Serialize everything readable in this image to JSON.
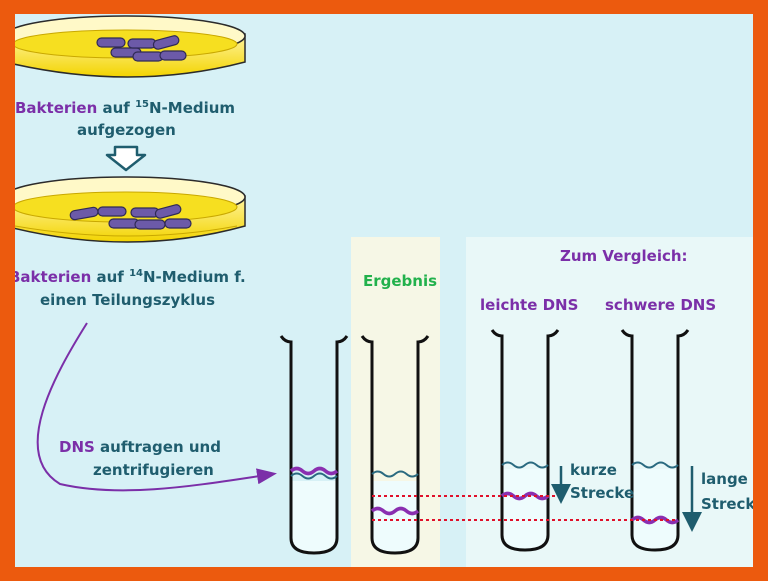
{
  "step1": {
    "organism": "Bakterien",
    "text_a": "auf ",
    "isotope": "15",
    "text_b": "N-Medium",
    "line2": "aufgezogen"
  },
  "step2": {
    "organism": "Bakterien",
    "text_a": "auf ",
    "isotope": "14",
    "text_b": "N-Medium f.",
    "line2": "einen Teilungszyklus"
  },
  "step3": {
    "dna": "DNS",
    "text_a": " auftragen und",
    "line2": "zentrifugieren"
  },
  "result_title": "Ergebnis",
  "compare": {
    "title": "Zum Vergleich:",
    "light_label": "leichte DNS",
    "heavy_label": "schwere DNS",
    "short_label_1": "kurze",
    "short_label_2": "Strecke",
    "long_label_1": "lange",
    "long_label_2": "Strecke"
  },
  "colors": {
    "border": "#ec5a0e",
    "background": "#d7f1f6",
    "dish_medium": "#f7e21a",
    "bacteria": "#6c5aa8",
    "band_heavy": "#8a2fb0",
    "band_light": "#2a6a80",
    "dashed_line": "#e0102a",
    "text": "#1f5d6e"
  }
}
